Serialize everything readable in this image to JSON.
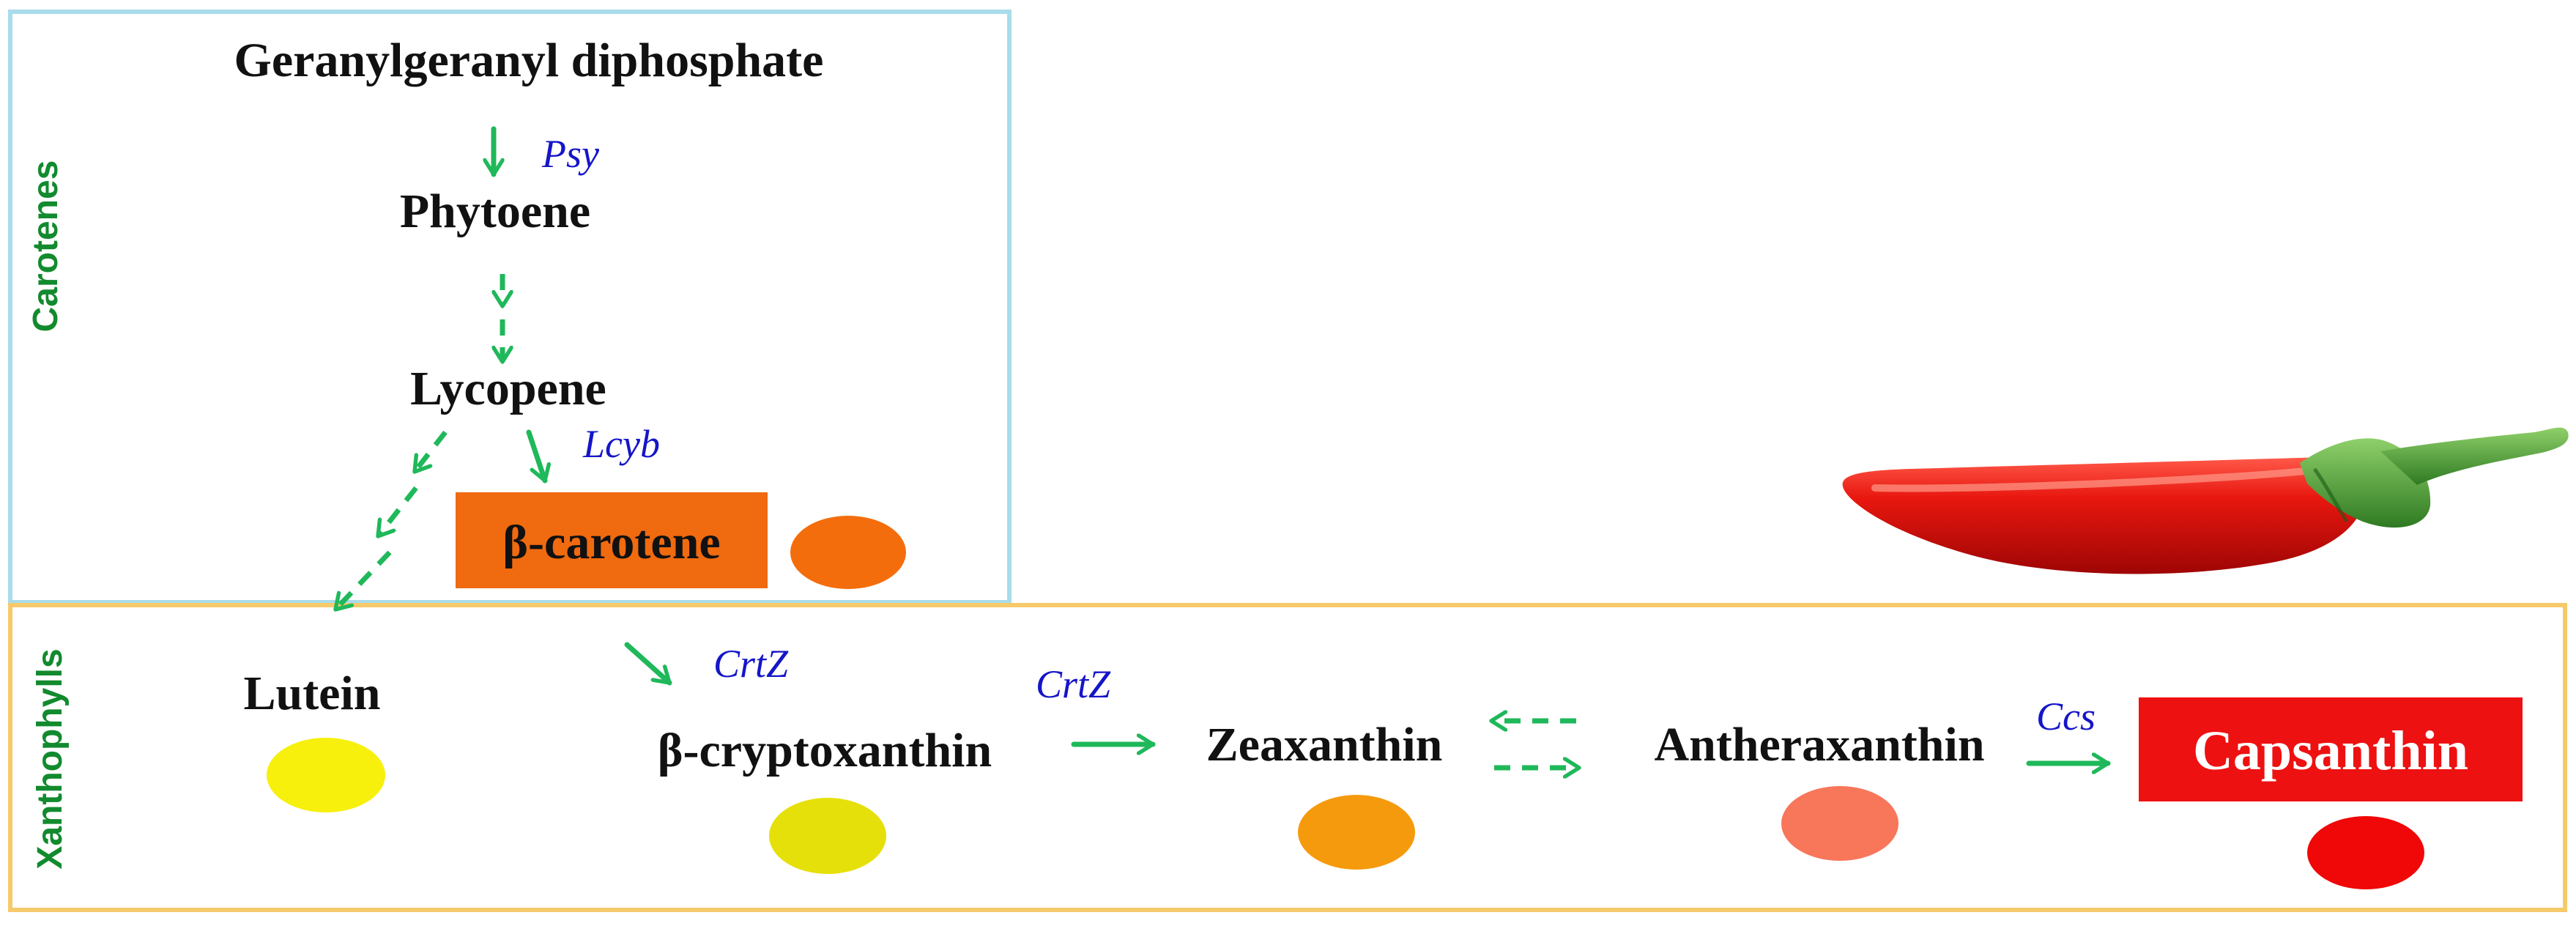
{
  "colors": {
    "carotenes_box_border": "#a9dcea",
    "xanthophylls_box_border": "#f6c96a",
    "arrow": "#1fb85a",
    "enzyme_text": "#1515c8",
    "group_label": "#128a2e",
    "beta_carotene_box": "#f06a10",
    "capsanthin_box": "#ee1111",
    "capsanthin_text": "#ffffff"
  },
  "groups": {
    "carotenes": "Carotenes",
    "xanthophylls": "Xanthophylls"
  },
  "compounds": {
    "ggpp": "Geranylgeranyl diphosphate",
    "phytoene": "Phytoene",
    "lycopene": "Lycopene",
    "beta_carotene": "β-carotene",
    "lutein": "Lutein",
    "beta_cryptoxanthin": "β-cryptoxanthin",
    "zeaxanthin": "Zeaxanthin",
    "antheraxanthin": "Antheraxanthin",
    "capsanthin": "Capsanthin"
  },
  "enzymes": {
    "psy": "Psy",
    "lcyb": "Lcyb",
    "crtz_1": "CrtZ",
    "crtz_2": "CrtZ",
    "ccs": "Ccs"
  },
  "swatches": {
    "beta_carotene": "#f46d0c",
    "lutein": "#f7f00d",
    "beta_cryptoxanthin": "#e6e00a",
    "zeaxanthin": "#f59a0c",
    "antheraxanthin": "#f8765a",
    "capsanthin": "#f00707"
  },
  "icons": {
    "pepper": "red-chili-pepper-icon"
  }
}
